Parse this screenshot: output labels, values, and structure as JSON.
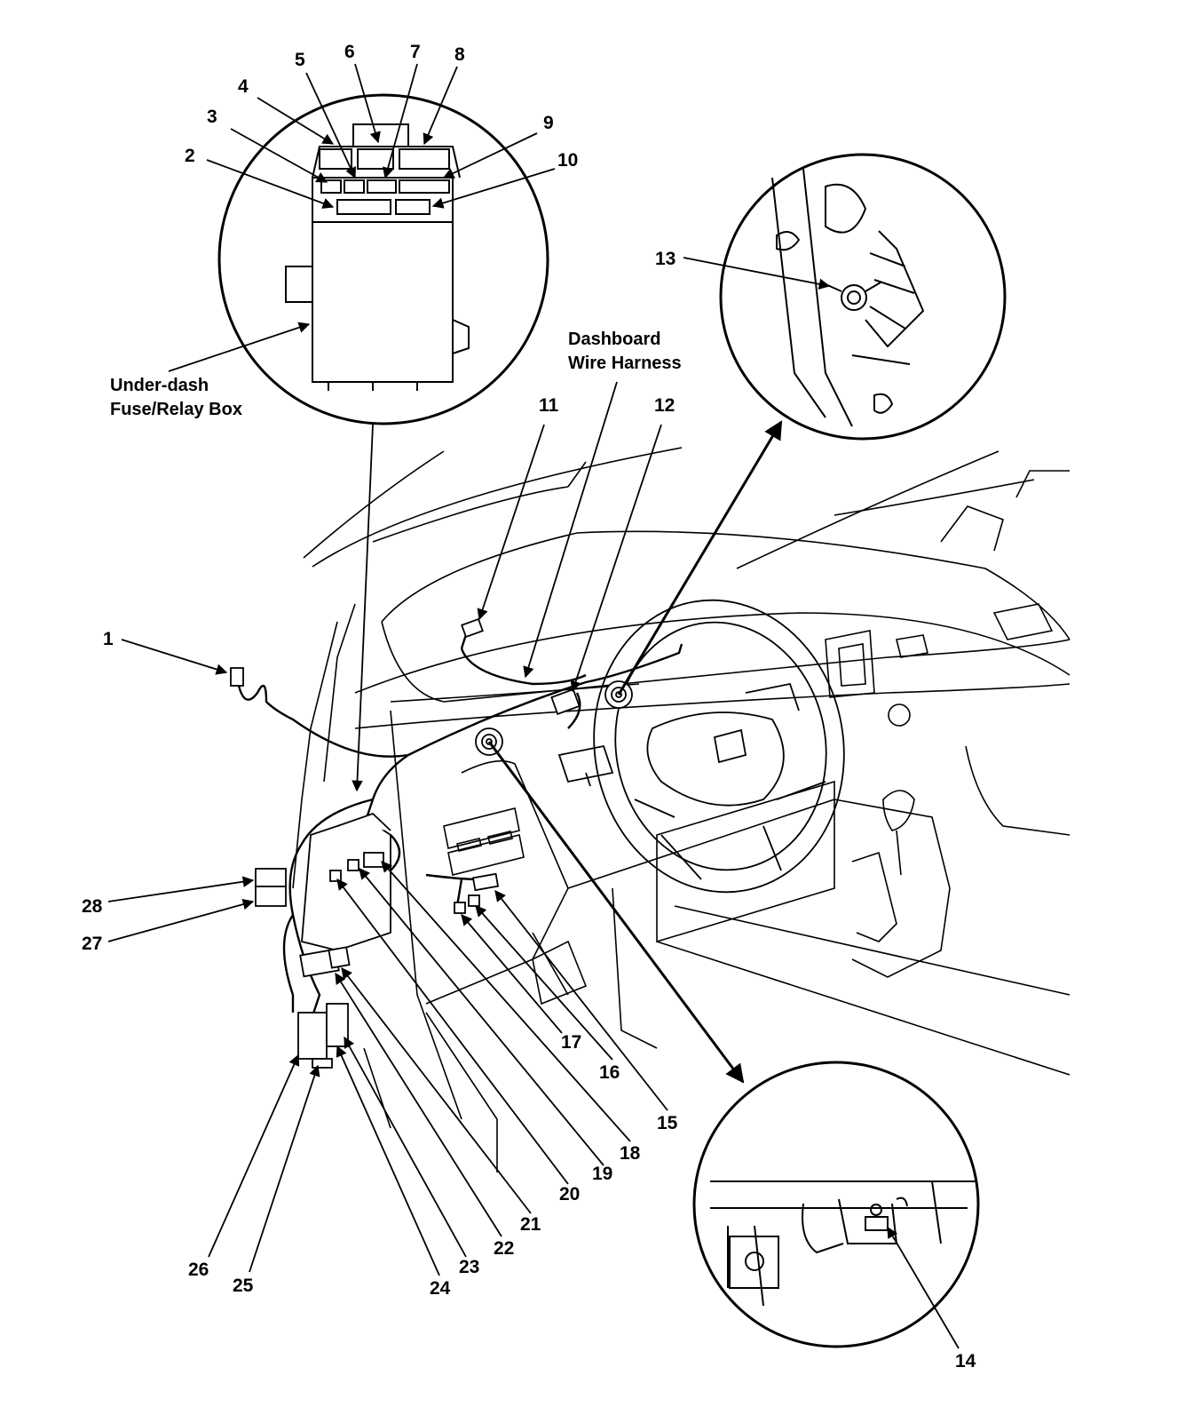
{
  "captions": {
    "fuse_box": "Under-dash\nFuse/Relay Box",
    "dash_harness": "Dashboard\nWire Harness"
  },
  "callouts": [
    "1",
    "2",
    "3",
    "4",
    "5",
    "6",
    "7",
    "8",
    "9",
    "10",
    "11",
    "12",
    "13",
    "14",
    "15",
    "16",
    "17",
    "18",
    "19",
    "20",
    "21",
    "22",
    "23",
    "24",
    "25",
    "26",
    "27",
    "28"
  ]
}
